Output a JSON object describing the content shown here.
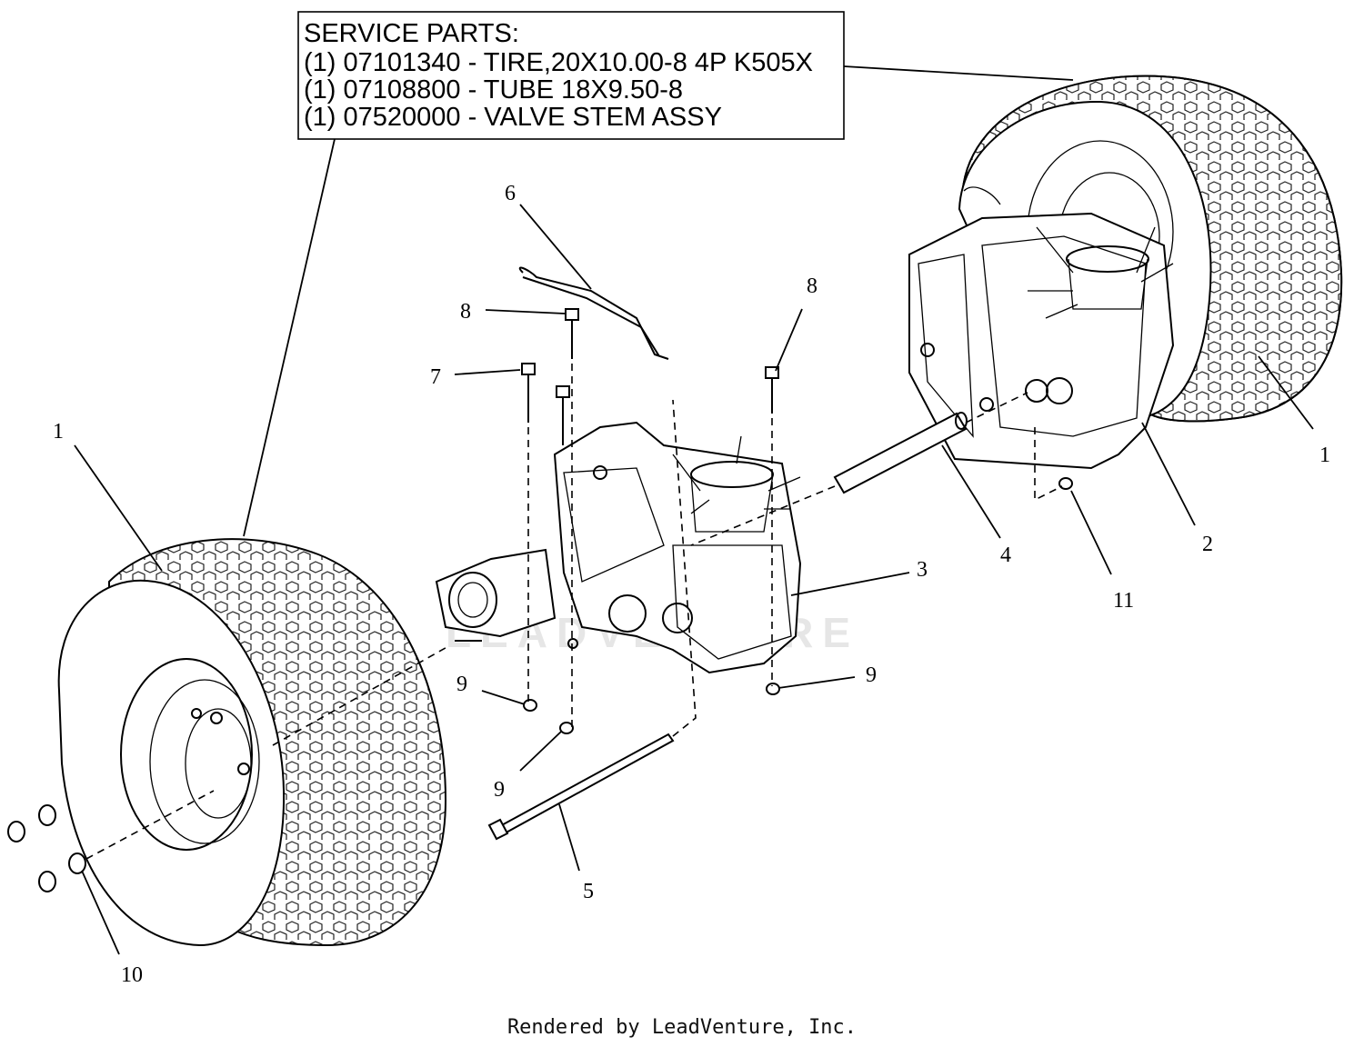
{
  "service_parts": {
    "title": "SERVICE PARTS:",
    "lines": [
      "(1) 07101340 - TIRE,20X10.00-8 4P K505X",
      "(1) 07108800 - TUBE 18X9.50-8",
      "(1) 07520000 - VALVE STEM ASSY"
    ]
  },
  "callouts": {
    "c1_left": "1",
    "c1_right": "1",
    "c2": "2",
    "c3": "3",
    "c4": "4",
    "c5": "5",
    "c6": "6",
    "c7": "7",
    "c8_left": "8",
    "c8_right": "8",
    "c9_a": "9",
    "c9_b": "9",
    "c9_c": "9",
    "c10": "10",
    "c11": "11"
  },
  "watermark": "LEADVENTURE",
  "footer": "Rendered by LeadVenture, Inc."
}
